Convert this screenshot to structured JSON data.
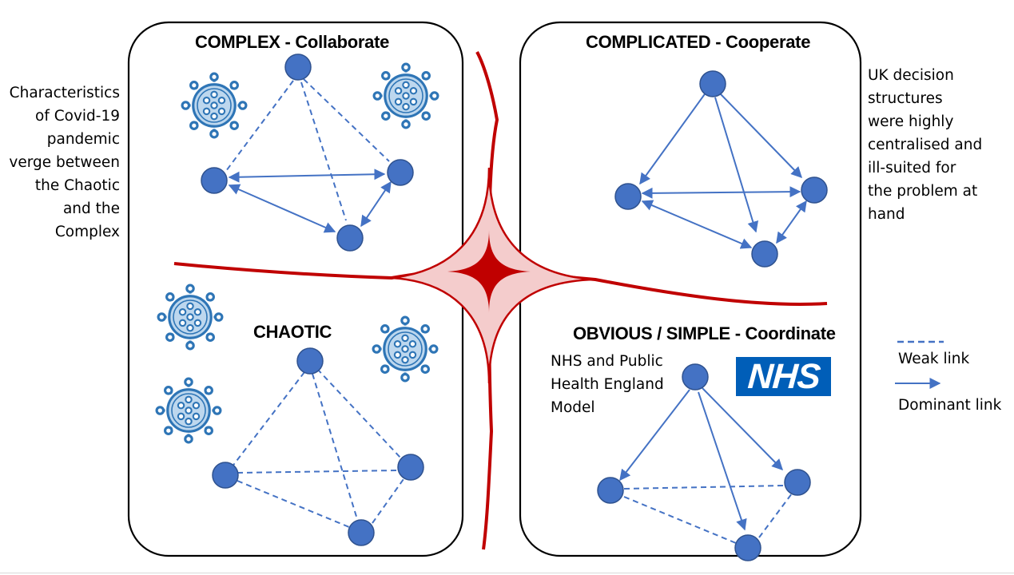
{
  "quadrants": {
    "complex": "COMPLEX - Collaborate",
    "complicated": "COMPLICATED - Cooperate",
    "chaotic": "CHAOTIC",
    "obvious": "OBVIOUS / SIMPLE - Coordinate"
  },
  "notes": {
    "left": "Characteristics\nof Covid-19\npandemic\nverge between\nthe Chaotic\nand the\nComplex",
    "right": "UK decision\nstructures\nwere highly\ncentralised and\nill-suited for\nthe problem at\nhand",
    "nhs_model": "NHS and Public\nHealth England\nModel"
  },
  "logo": {
    "text": "NHS"
  },
  "legend": {
    "weak": "Weak link",
    "dominant": "Dominant link"
  },
  "colors": {
    "node": "#4472C4",
    "link": "#4472C4",
    "virus": "#2E75B6",
    "boundary": "#C00000",
    "nhs_blue": "#005EB8"
  },
  "icons": [
    "virus-icon"
  ]
}
